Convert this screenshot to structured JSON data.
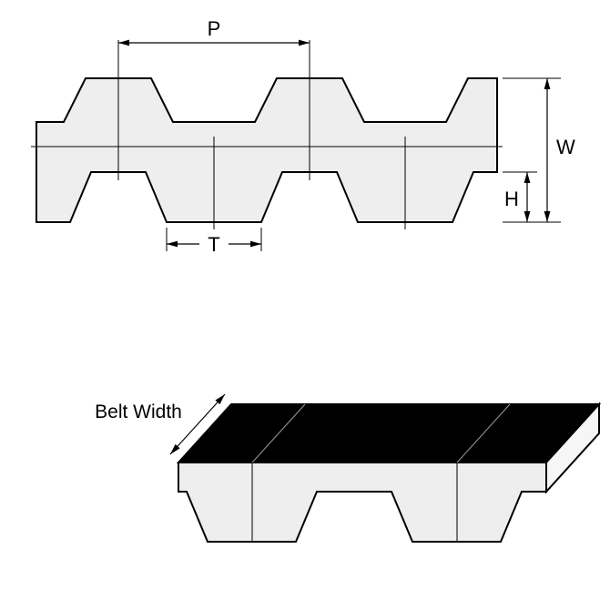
{
  "diagram": {
    "labels": {
      "pitch": "P",
      "overall_width": "W",
      "tooth_height": "H",
      "tooth_width": "T",
      "belt_width": "Belt Width"
    },
    "colors": {
      "line": "#000000",
      "belt_fill": "#eeeeee",
      "end_face_fill": "#f6f6f6",
      "top_face_fill": "#000000",
      "background": "#ffffff"
    }
  }
}
